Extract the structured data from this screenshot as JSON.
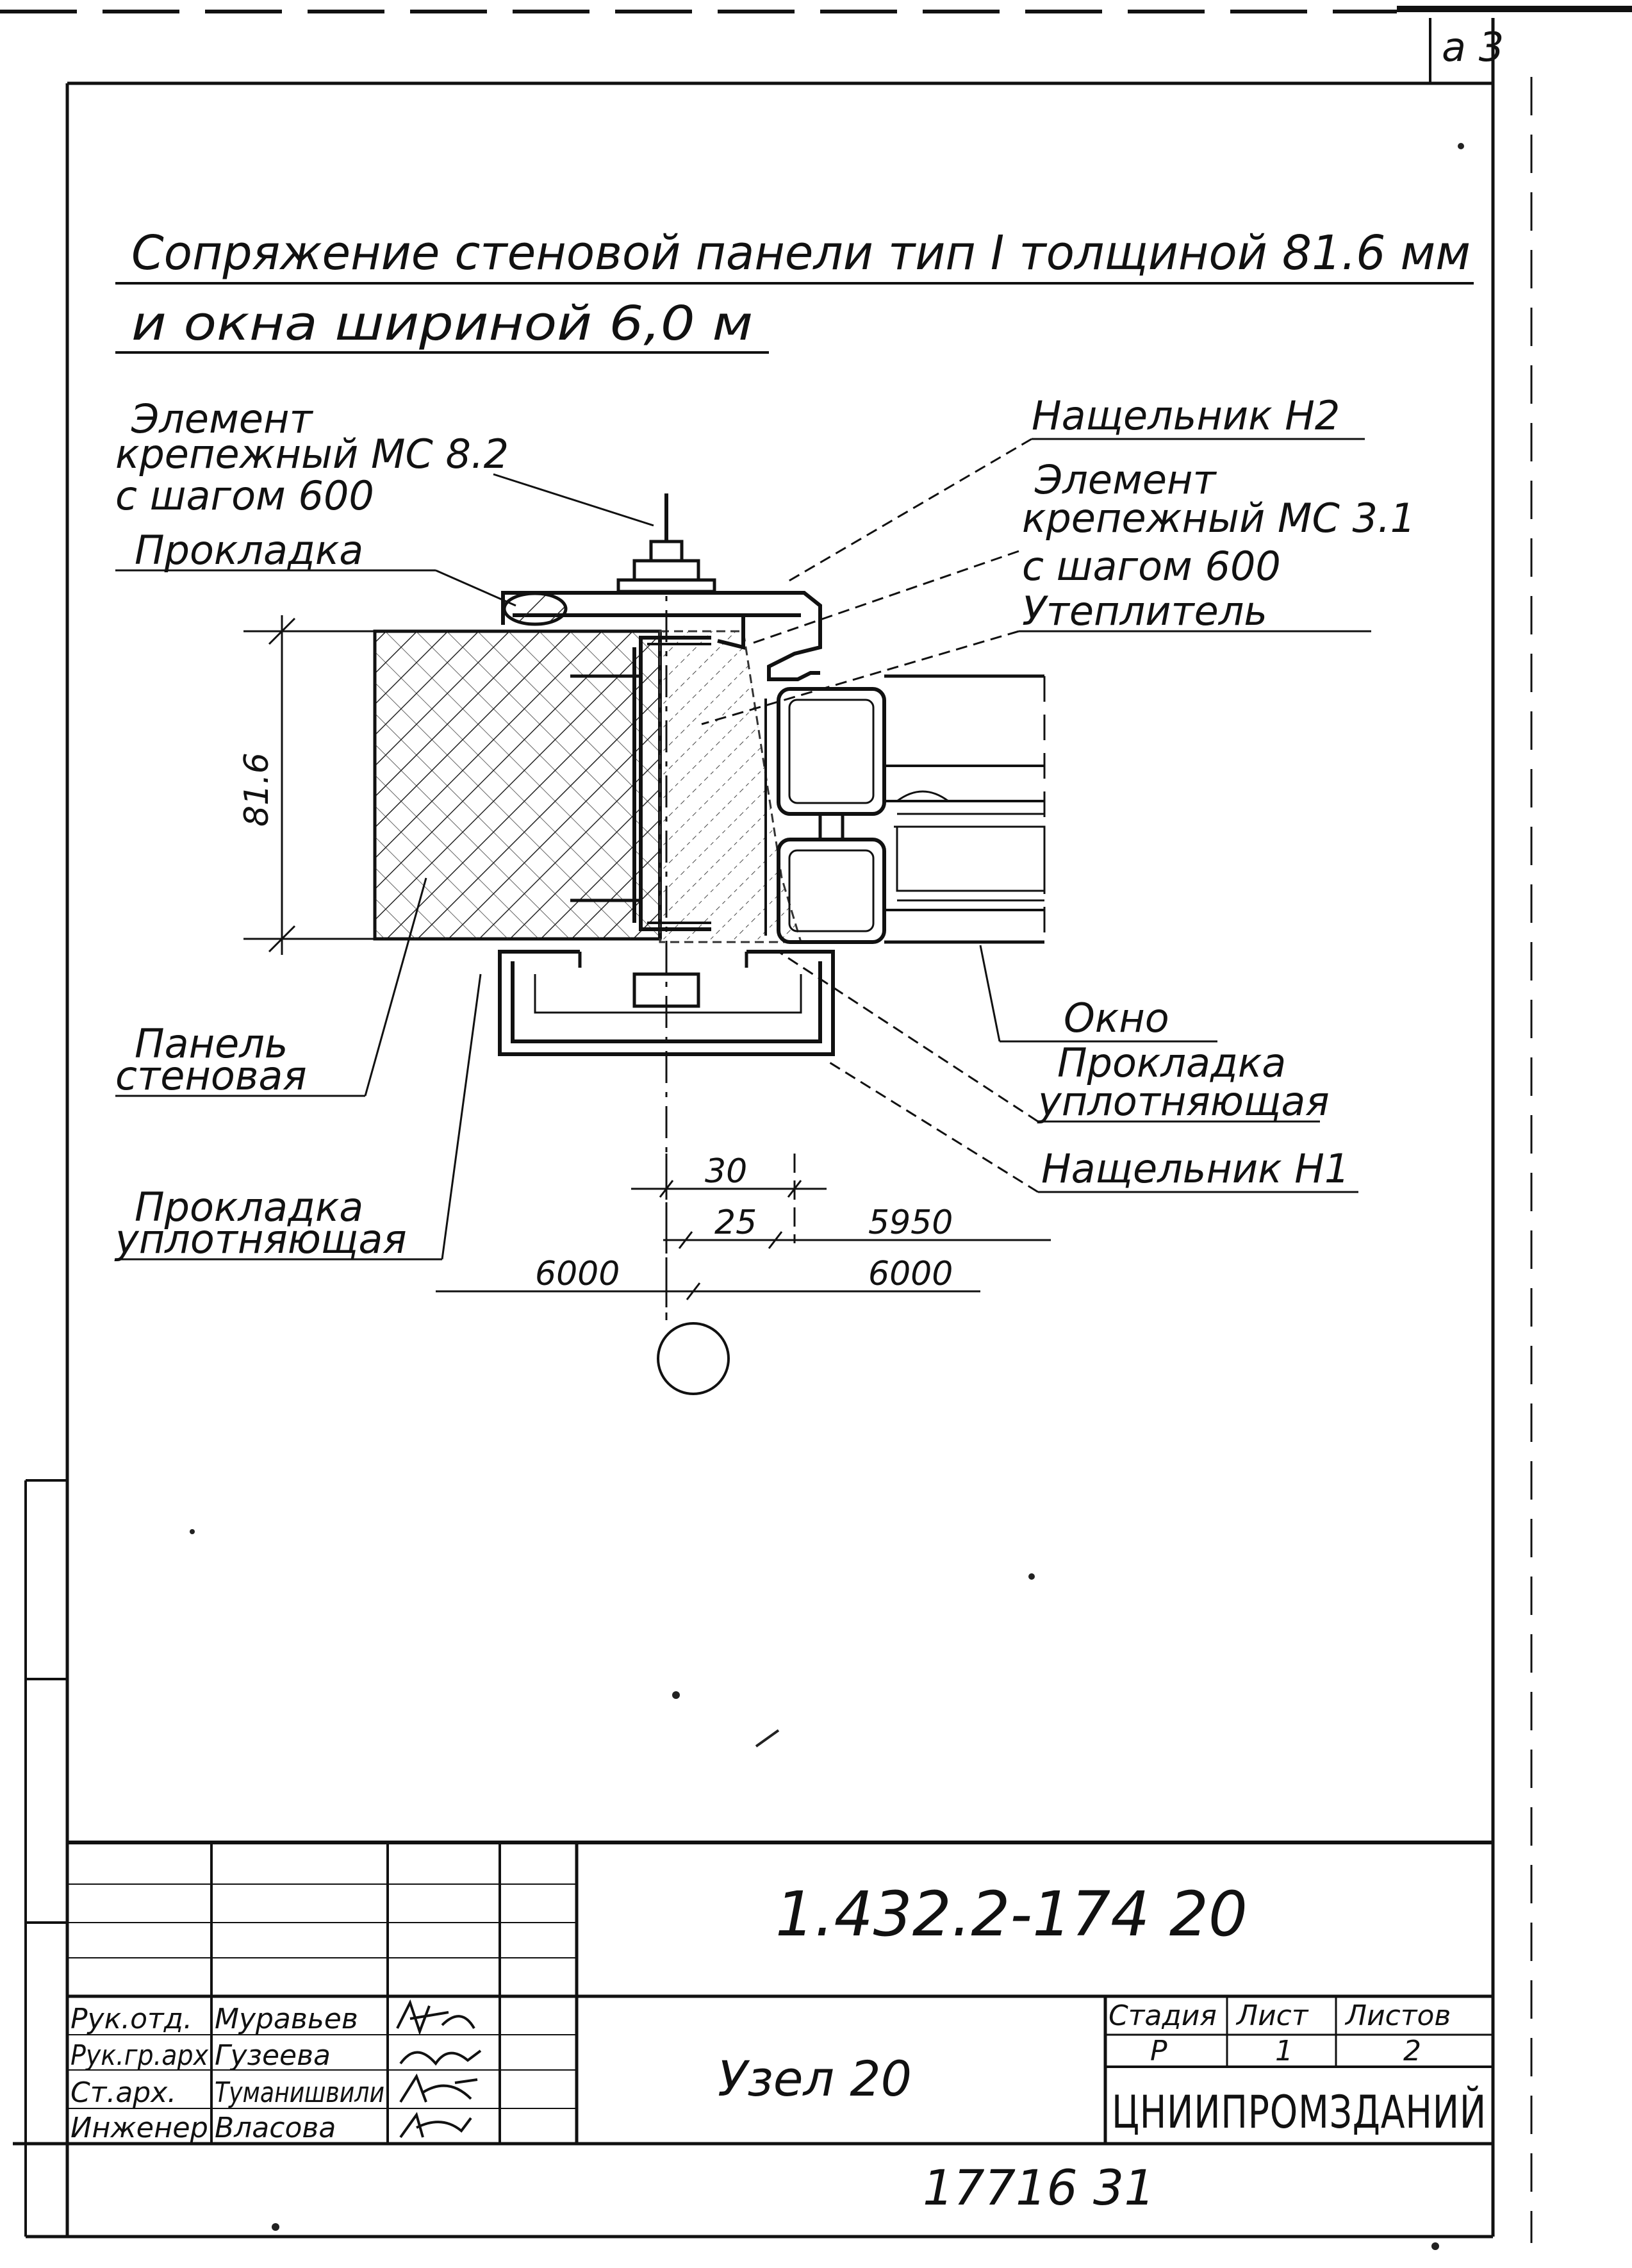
{
  "corner_mark": "а 3",
  "title": {
    "line1": "Сопряжение стеновой панели тип I толщиной 81.6 мм",
    "line2": "и окна шириной 6,0 м"
  },
  "labels": {
    "fastener_mc82_line1": "Элемент",
    "fastener_mc82_line2": "крепежный МС 8.2",
    "fastener_mc82_line3": "с шагом 600",
    "gasket": "Прокладка",
    "cover_h2": "Нащельник Н2",
    "fastener_mc31_line1": "Элемент",
    "fastener_mc31_line2": "крепежный МС 3.1",
    "fastener_mc31_line3": "с шагом 600",
    "insulation": "Утеплитель",
    "wall_panel_line1": "Панель",
    "wall_panel_line2": "стеновая",
    "window": "Окно",
    "sealing_gasket_right_line1": "Прокладка",
    "sealing_gasket_right_line2": "уплотняющая",
    "cover_h1": "Нащельник Н1",
    "sealing_gasket_left_line1": "Прокладка",
    "sealing_gasket_left_line2": "уплотняющая"
  },
  "dimensions": {
    "thickness": "81.6",
    "d30": "30",
    "d25": "25",
    "d5950": "5950",
    "d6000_left": "6000",
    "d6000_right": "6000"
  },
  "title_block": {
    "doc_code": "1.432.2-174 20",
    "sheet_name": "Узел 20",
    "stage_header": "Стадия",
    "sheet_header": "Лист",
    "sheets_header": "Листов",
    "stage_value": "Р",
    "sheet_value": "1",
    "sheets_value": "2",
    "organization": "ЦНИИПРОМЗДАНИЙ",
    "staff": [
      {
        "role": "Рук.отд.",
        "name": "Муравьев"
      },
      {
        "role": "Рук.гр.арх",
        "name": "Гузеева"
      },
      {
        "role": "Ст.арх.",
        "name": "Туманишвили"
      },
      {
        "role": "Инженер",
        "name": "Власова"
      }
    ],
    "archive_number": "17716 31"
  }
}
